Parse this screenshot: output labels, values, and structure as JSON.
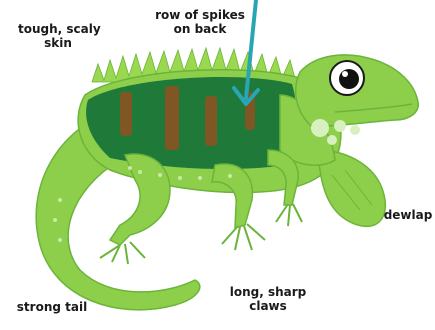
{
  "labels": {
    "skin": [
      "tough, scaly",
      "skin"
    ],
    "spikes": [
      "row of spikes",
      "on back"
    ],
    "dewlap": "dewlap",
    "tail": "strong tail",
    "claws": [
      "long, sharp",
      "claws"
    ]
  },
  "colors": {
    "body": "#8dcf4a",
    "body_shade": "#6bb43a",
    "back_patch": "#1f7a3a",
    "stripe": "#a14b1f",
    "spikes": "#9ad84f",
    "pointer": "#28a6b4",
    "belly_spots": "#d8f0c0"
  },
  "icons": [
    "iguana-illustration",
    "pointer-arrow-icon"
  ]
}
